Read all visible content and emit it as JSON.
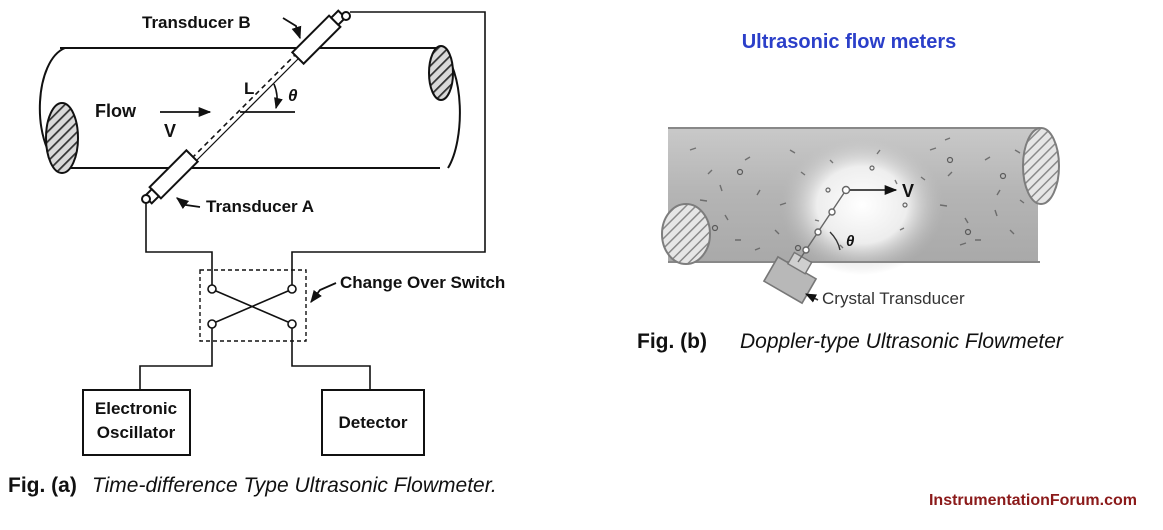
{
  "header": {
    "title": "Ultrasonic flow meters"
  },
  "fig_a": {
    "transducer_b": "Transducer B",
    "transducer_a": "Transducer A",
    "flow": "Flow",
    "v": "V",
    "l": "L",
    "theta": "θ",
    "change_over_switch": "Change Over Switch",
    "oscillator_line1": "Electronic",
    "oscillator_line2": "Oscillator",
    "detector": "Detector",
    "caption_label": "Fig. (a)",
    "caption_text": "Time-difference Type Ultrasonic Flowmeter."
  },
  "fig_b": {
    "v": "V",
    "theta": "θ",
    "crystal_transducer": "Crystal Transducer",
    "caption_label": "Fig. (b)",
    "caption_text": "Doppler-type Ultrasonic Flowmeter"
  },
  "footer": {
    "watermark": "InstrumentationForum.com"
  },
  "colors": {
    "title": "#2b3fc9",
    "watermark": "#8b1a1a",
    "pipe_fill_b": "#b9b9b9"
  }
}
